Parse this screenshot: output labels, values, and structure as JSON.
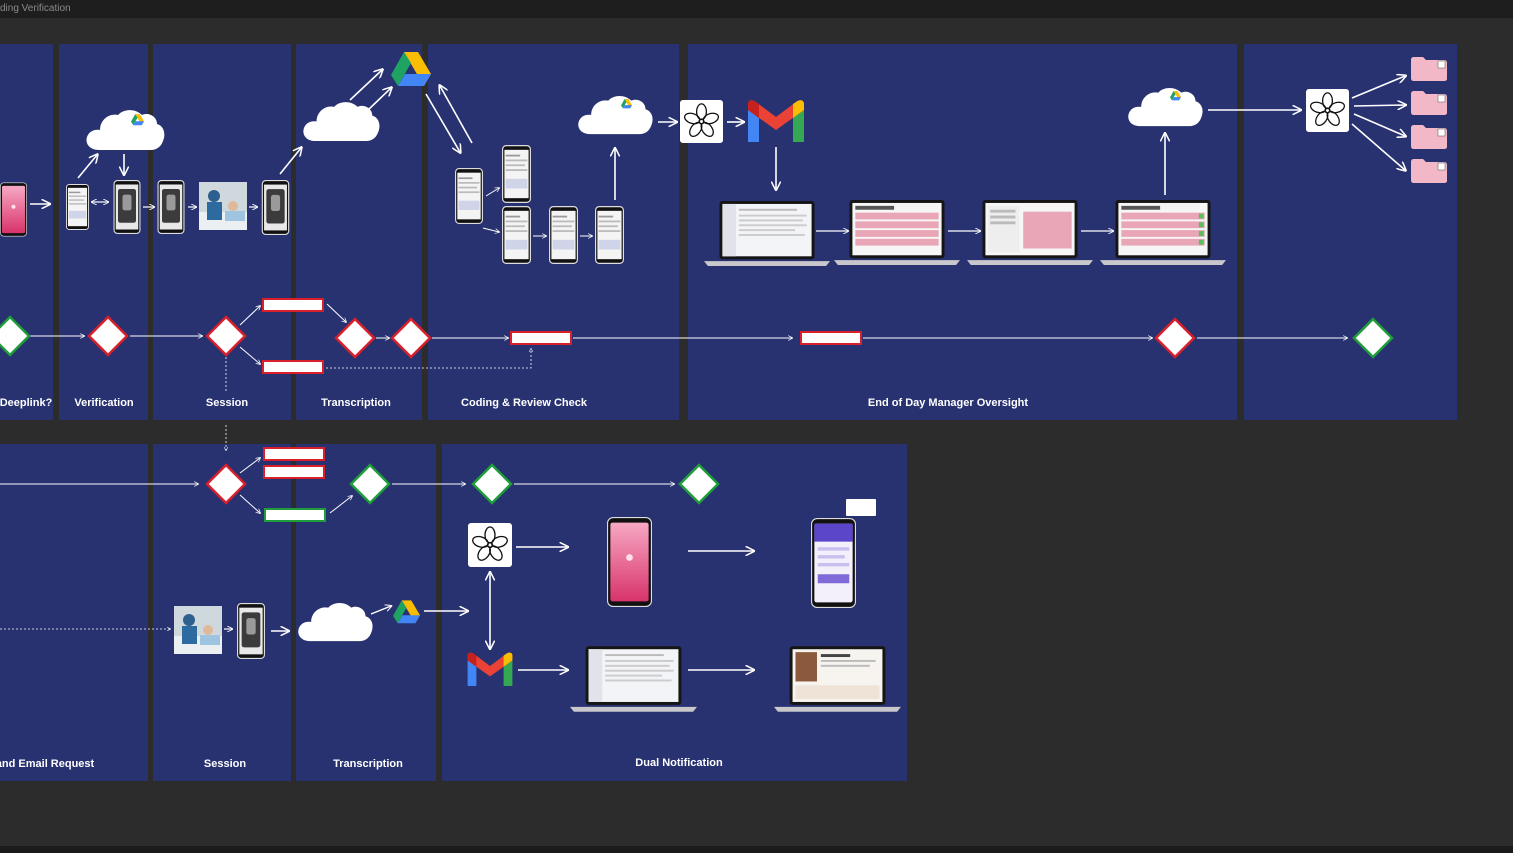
{
  "window": {
    "title": "ding Verification"
  },
  "colors": {
    "canvas": "#2c2c2c",
    "panel": "#283271",
    "decision_red": "#d8202b",
    "decision_green": "#1f9d3a",
    "arrow": "#ffffff"
  },
  "lanes_top": [
    {
      "label": "Deeplink?"
    },
    {
      "label": "Verification"
    },
    {
      "label": "Session"
    },
    {
      "label": "Transcription"
    },
    {
      "label": "Coding & Review Check"
    },
    {
      "label": "End of Day Manager Oversight"
    },
    {
      "label": ""
    }
  ],
  "lanes_bottom": [
    {
      "label": "and Email Request"
    },
    {
      "label": "Session"
    },
    {
      "label": "Transcription"
    },
    {
      "label": "Dual Notification"
    }
  ],
  "icons": {
    "cloud": "cloud-icon",
    "drive": "google-drive-icon",
    "gmail": "gmail-icon",
    "blossom": "blossom-logo-icon",
    "phone": "phone-icon",
    "laptop": "laptop-icon",
    "folder": "folder-icon"
  }
}
